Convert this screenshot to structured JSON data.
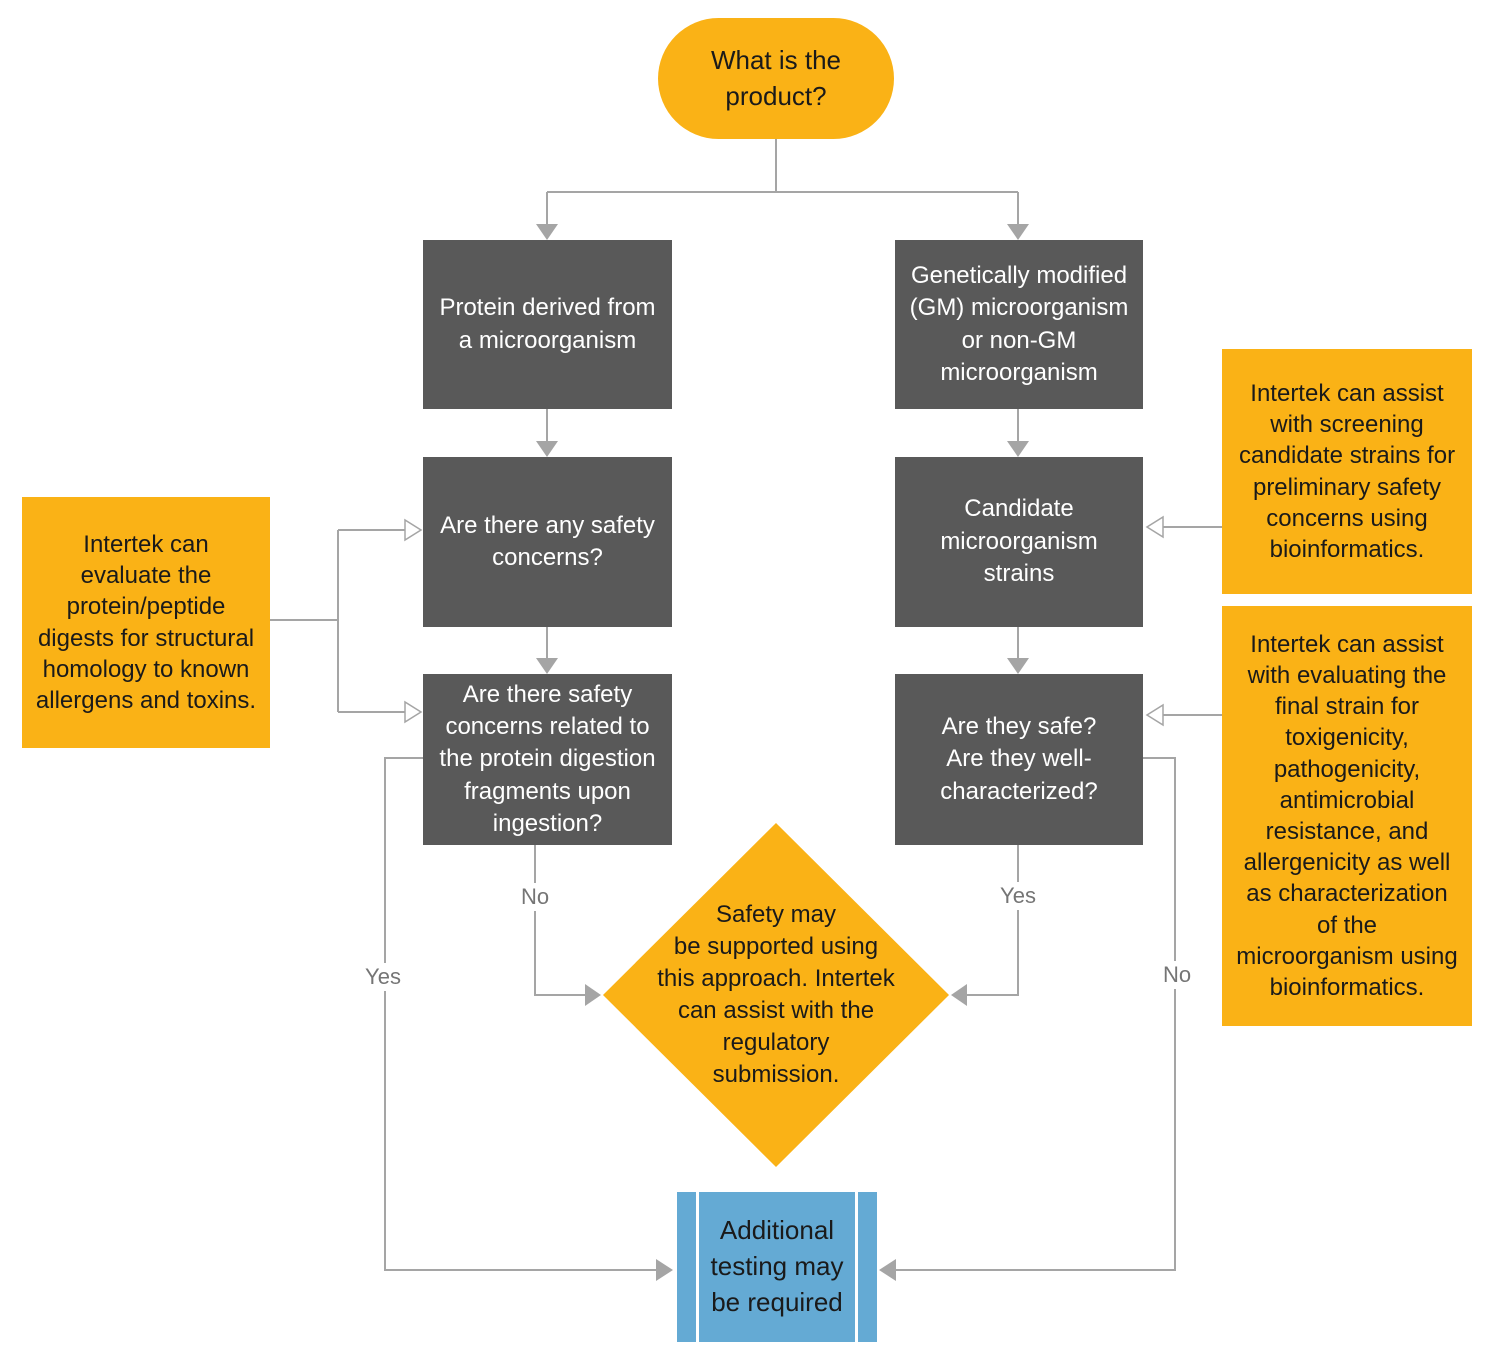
{
  "colors": {
    "yellow": "#FAB216",
    "dark": "#595959",
    "blue": "#64AAD4",
    "line": "#A5A5A5",
    "label": "#757575",
    "ink": "#1A1A1A"
  },
  "flowchart": {
    "start": "What is the\nproduct?",
    "left": {
      "derived": "Protein derived from\na microorganism",
      "safety_q": "Are there any safety\nconcerns?",
      "digestion_q": "Are there safety\nconcerns related to\nthe protein digestion\nfragments upon\ningestion?",
      "no_label": "No",
      "yes_label": "Yes"
    },
    "right": {
      "gm": "Genetically modified\n(GM) microorganism\nor non-GM\nmicroorganism",
      "candidate": "Candidate\nmicroorganism\nstrains",
      "safe_q": "Are they safe?\nAre they well-\ncharacterized?",
      "yes_label": "Yes",
      "no_label": "No"
    },
    "notes": {
      "left": "Intertek can\nevaluate the\nprotein/peptide\ndigests for structural\nhomology to known\nallergens and toxins.",
      "right_top": "Intertek can assist\nwith screening\ncandidate strains for\npreliminary safety\nconcerns using\nbioinformatics.",
      "right_bottom": "Intertek can assist\nwith evaluating the\nfinal strain for\ntoxigenicity,\npathogenicity,\nantimicrobial\nresistance, and\nallergenicity as well\nas characterization\nof the\nmicroorganism using\nbioinformatics."
    },
    "decision": "Safety may\nbe supported using\nthis approach. Intertek\ncan assist with the\nregulatory\nsubmission.",
    "end": "Additional\ntesting may\nbe required"
  }
}
